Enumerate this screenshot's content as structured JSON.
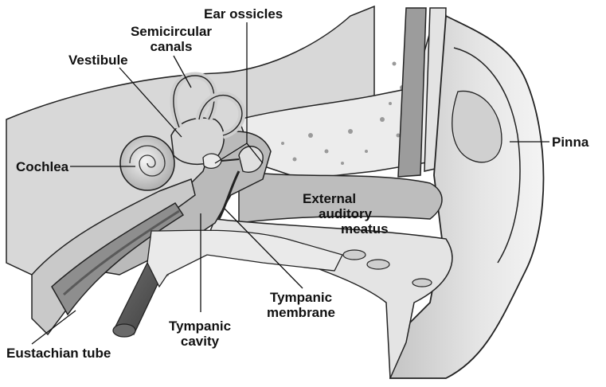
{
  "labels": {
    "ear_ossicles": "Ear ossicles",
    "semicircular_line1": "Semicircular",
    "semicircular_line2": "canals",
    "vestibule": "Vestibule",
    "cochlea": "Cochlea",
    "pinna": "Pinna",
    "external_line1": "External",
    "external_line2": "auditory",
    "external_line3": "meatus",
    "tympanic_membrane_line1": "Tympanic",
    "tympanic_membrane_line2": "membrane",
    "tympanic_cavity_line1": "Tympanic",
    "tympanic_cavity_line2": "cavity",
    "eustachian_tube": "Eustachian tube"
  },
  "colors": {
    "skull_gray": "#d9d9d9",
    "dark_gray": "#8c8c8c",
    "bone_light": "#ededed",
    "outline": "#1a1a1a",
    "leader": "#111111"
  }
}
